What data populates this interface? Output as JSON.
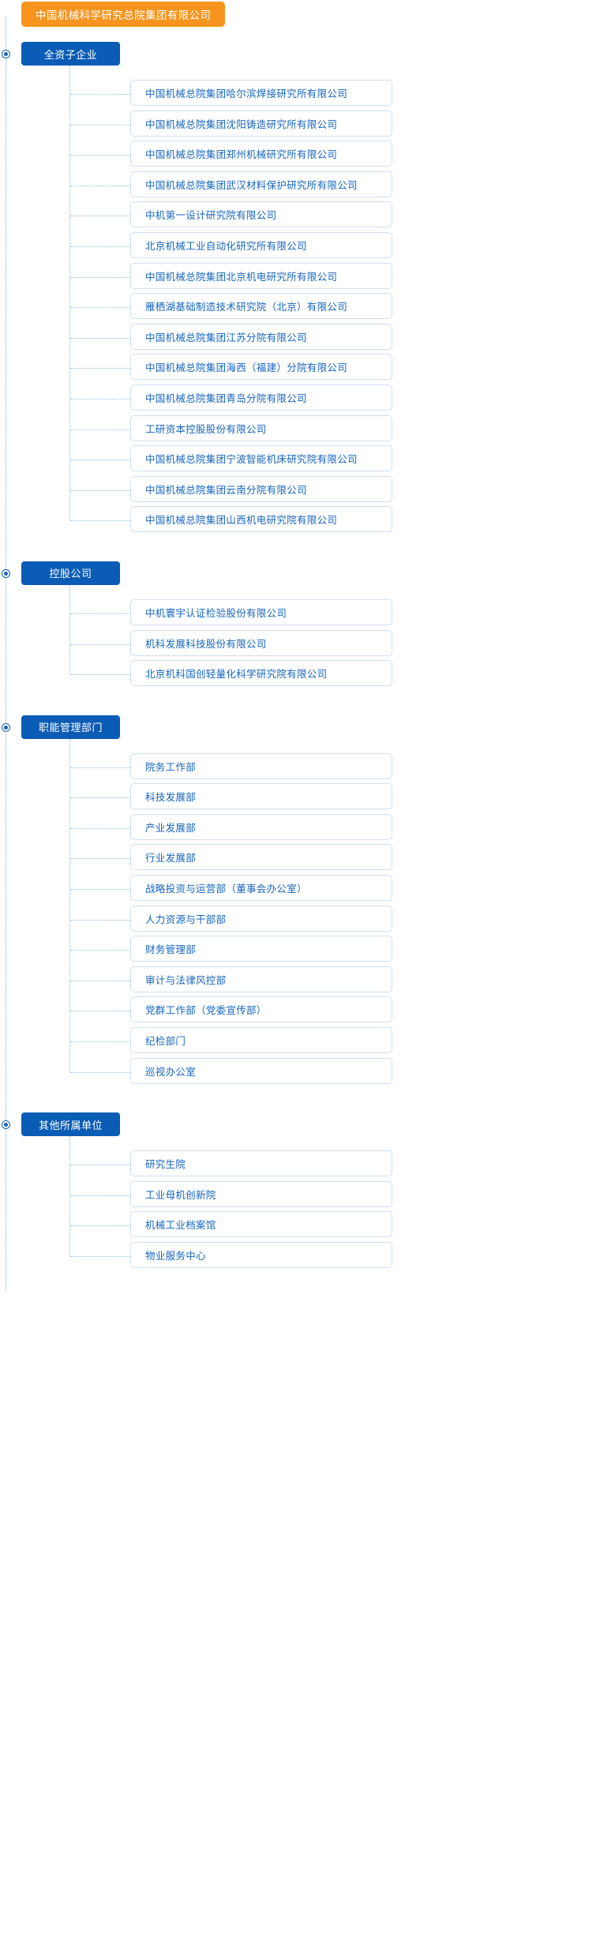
{
  "root": {
    "label": "中国机械科学研究总院集团有限公司",
    "color": "#f7941d"
  },
  "theme": {
    "group_color": "#0b5cb5",
    "item_text_color": "#1565c0",
    "item_border_color": "#cfe0f2",
    "connector_color": "#8fc0e8"
  },
  "groups": [
    {
      "title": "全资子企业",
      "items": [
        "中国机械总院集团哈尔滨焊接研究所有限公司",
        "中国机械总院集团沈阳铸造研究所有限公司",
        "中国机械总院集团郑州机械研究所有限公司",
        "中国机械总院集团武汉材料保护研究所有限公司",
        "中机第一设计研究院有限公司",
        "北京机械工业自动化研究所有限公司",
        "中国机械总院集团北京机电研究所有限公司",
        "雁栖湖基础制造技术研究院（北京）有限公司",
        "中国机械总院集团江苏分院有限公司",
        "中国机械总院集团海西（福建）分院有限公司",
        "中国机械总院集团青岛分院有限公司",
        "工研资本控股股份有限公司",
        "中国机械总院集团宁波智能机床研究院有限公司",
        "中国机械总院集团云南分院有限公司",
        "中国机械总院集团山西机电研究院有限公司"
      ]
    },
    {
      "title": "控股公司",
      "items": [
        "中机寰宇认证检验股份有限公司",
        "机科发展科技股份有限公司",
        "北京机科国创轻量化科学研究院有限公司"
      ]
    },
    {
      "title": "职能管理部门",
      "items": [
        "院务工作部",
        "科技发展部",
        "产业发展部",
        "行业发展部",
        "战略投资与运营部（董事会办公室）",
        "人力资源与干部部",
        "财务管理部",
        "审计与法律风控部",
        "党群工作部（党委宣传部）",
        "纪检部门",
        "巡视办公室"
      ]
    },
    {
      "title": "其他所属单位",
      "items": [
        "研究生院",
        "工业母机创新院",
        "机械工业档案馆",
        "物业服务中心"
      ]
    }
  ]
}
